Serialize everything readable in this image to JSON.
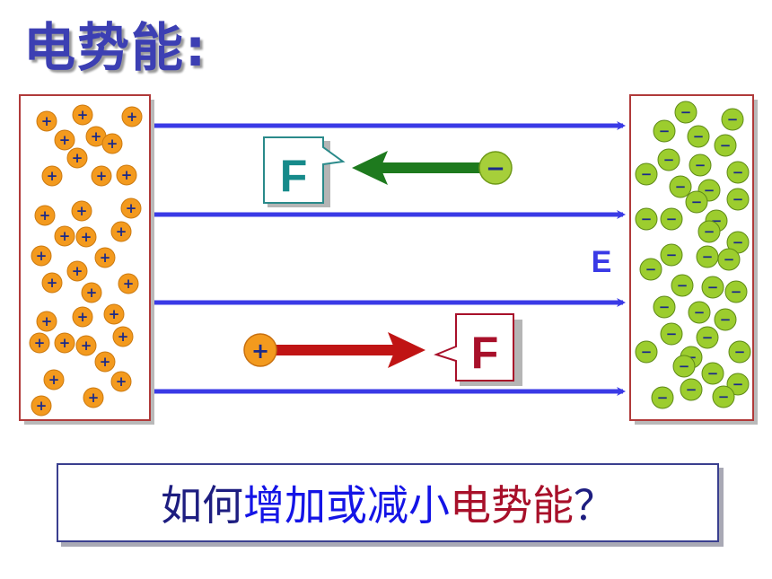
{
  "title": "电势能:",
  "question": {
    "part1": "如何",
    "part2": "增加或减小",
    "part3": "电势能",
    "part4": "？"
  },
  "labels": {
    "field": "E",
    "force_top": "F",
    "force_bottom": "F",
    "positive_sign": "+",
    "negative_sign": "−"
  },
  "colors": {
    "title": "#3c3fb3",
    "field_lines": "#3a3ae6",
    "plate_border": "#b03a3a",
    "positive_charge": "#f39a1e",
    "negative_charge": "#9ccd2e",
    "force_on_negative": "#1e7a1e",
    "force_on_positive": "#c01414"
  }
}
